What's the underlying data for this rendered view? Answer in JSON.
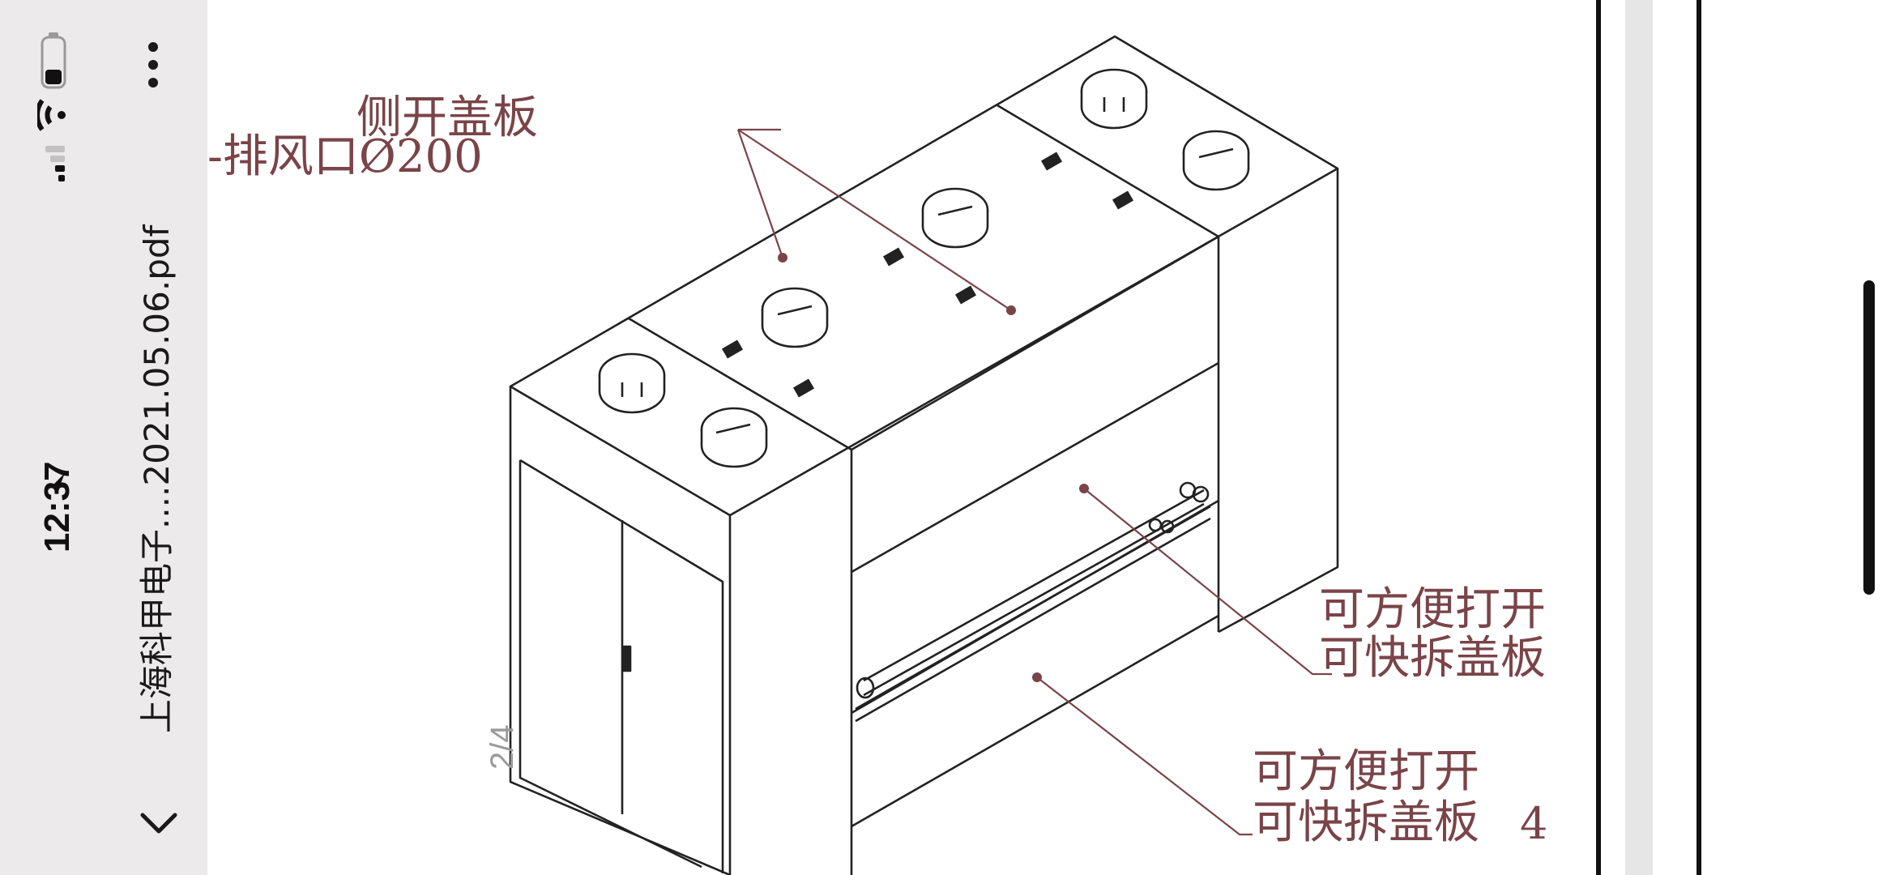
{
  "status_bar": {
    "time": "12:37",
    "location_icon": "location-arrow-icon",
    "signal_icon": "cellular-signal-icon",
    "wifi_icon": "wifi-icon",
    "battery_icon": "battery-icon"
  },
  "title_bar": {
    "back_icon": "chevron-left-icon",
    "file_name": "上海科甲电子....2021.05.06.pdf",
    "more_icon": "more-vertical-icon"
  },
  "viewer": {
    "page_indicator": "2/4"
  },
  "drawing": {
    "labels": {
      "side_cover": "侧开盖板",
      "exhaust": "-排风口Ø200",
      "cover_a_line1": "可方便打开",
      "cover_a_line2": "可快拆盖板",
      "cover_b_line1": "可方便打开",
      "cover_b_line2": "可快拆盖板",
      "page_number": "4"
    },
    "label_color": "#7a4448"
  }
}
